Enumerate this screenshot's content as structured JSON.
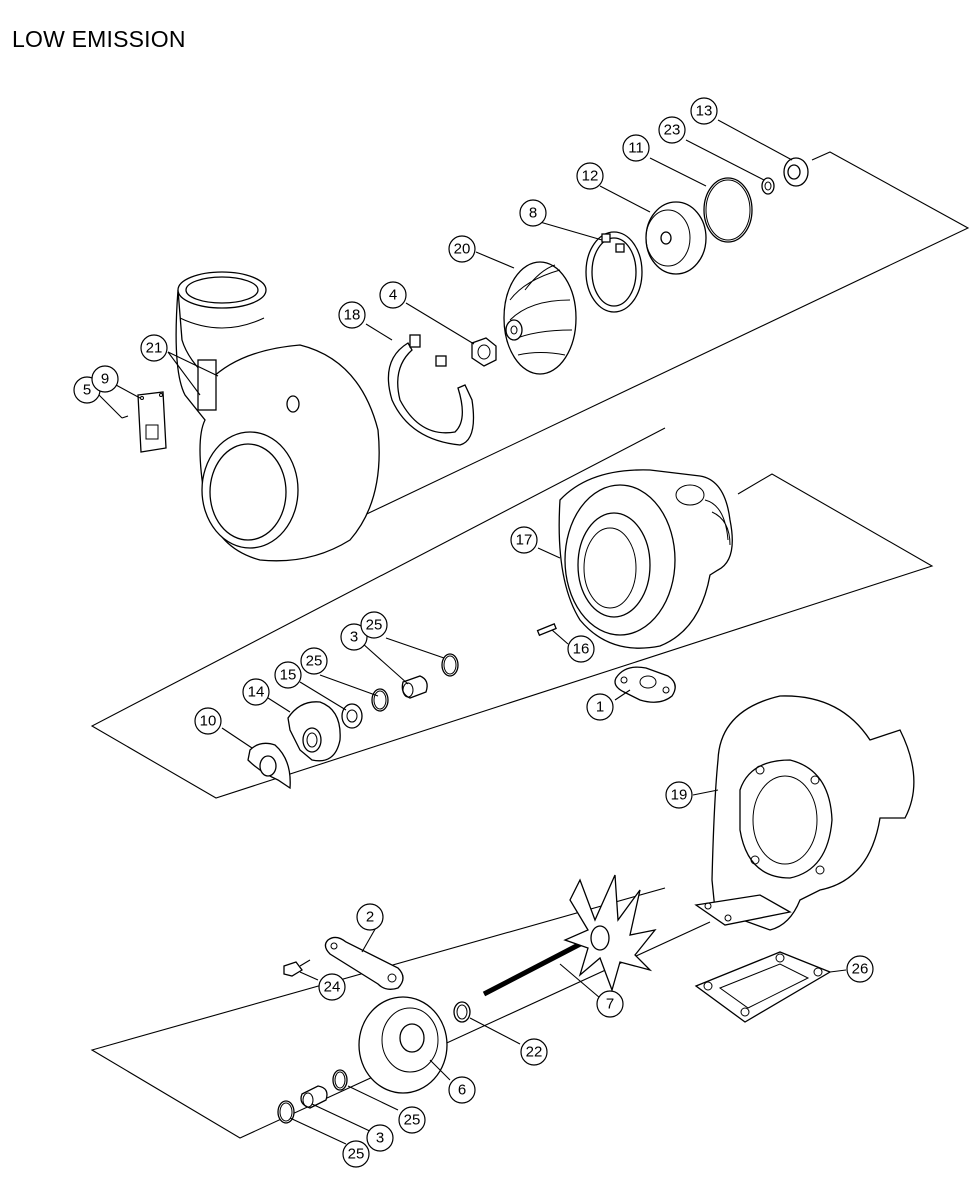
{
  "title": "LOW EMISSION",
  "callouts": [
    {
      "label": "1"
    },
    {
      "label": "2"
    },
    {
      "label": "3"
    },
    {
      "label": "3"
    },
    {
      "label": "4"
    },
    {
      "label": "5"
    },
    {
      "label": "6"
    },
    {
      "label": "7"
    },
    {
      "label": "8"
    },
    {
      "label": "9"
    },
    {
      "label": "10"
    },
    {
      "label": "11"
    },
    {
      "label": "12"
    },
    {
      "label": "13"
    },
    {
      "label": "14"
    },
    {
      "label": "15"
    },
    {
      "label": "16"
    },
    {
      "label": "17"
    },
    {
      "label": "18"
    },
    {
      "label": "19"
    },
    {
      "label": "20"
    },
    {
      "label": "21"
    },
    {
      "label": "22"
    },
    {
      "label": "23"
    },
    {
      "label": "24"
    },
    {
      "label": "25"
    },
    {
      "label": "25"
    },
    {
      "label": "25"
    },
    {
      "label": "25"
    },
    {
      "label": "26"
    }
  ]
}
